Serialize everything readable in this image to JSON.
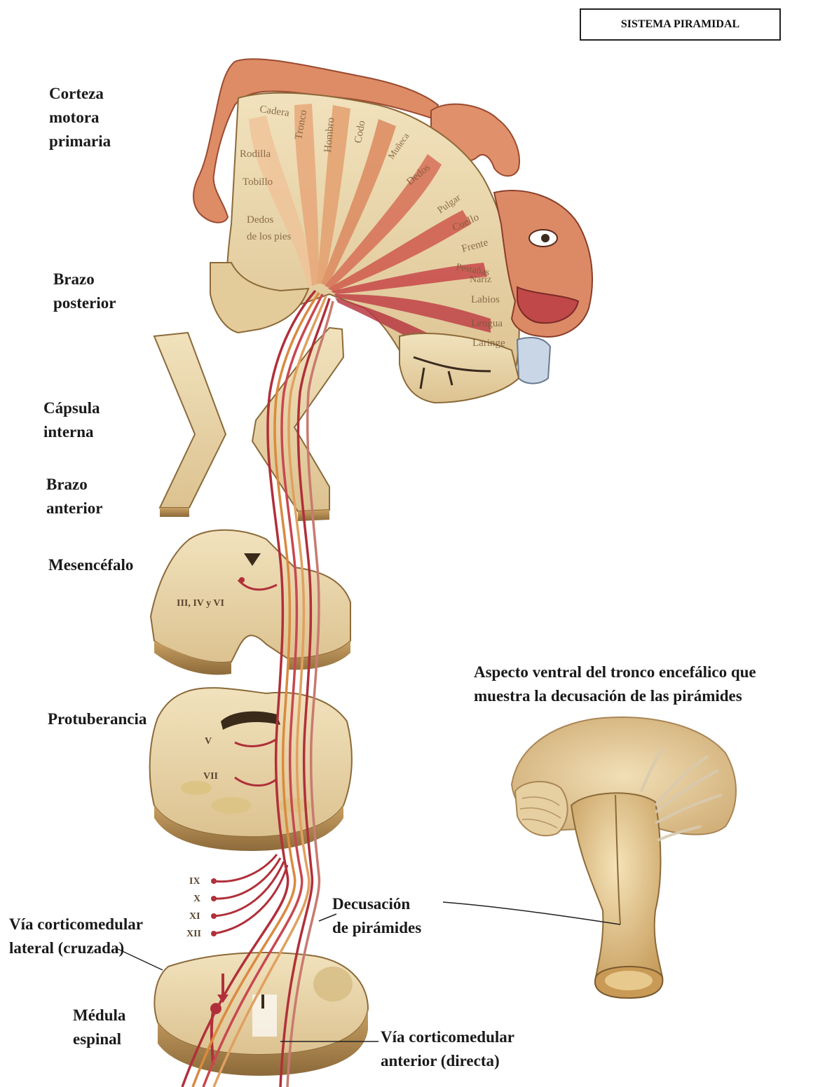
{
  "title": "SISTEMA PIRAMIDAL",
  "labels": {
    "corteza": "Corteza\nmotora\nprimaria",
    "brazo_posterior": "Brazo\nposterior",
    "capsula": "Cápsula\ninterna",
    "brazo_anterior": "Brazo\nanterior",
    "mesencefalo": "Mesencéfalo",
    "protuberancia": "Protuberancia",
    "via_lateral": "Vía corticomedular\nlateral (cruzada)",
    "medula": "Médula\nespinal",
    "decusacion": "Decusación\nde pirámides",
    "via_anterior": "Vía corticomedular\nanterior (directa)",
    "ventral_caption": "Aspecto ventral del tronco encefálico que\nmuestra la decusación de las pirámides"
  },
  "homunculus_regions": [
    "Cadera",
    "Tronco",
    "Hombro",
    "Codo",
    "Muñeca",
    "Dedos",
    "Pulgar",
    "Cuello",
    "Frente",
    "Pestañas",
    "Nariz",
    "Labios",
    "Lengua",
    "Laringe",
    "Rodilla",
    "Tobillo",
    "Dedos",
    "de los pies"
  ],
  "nuclei": {
    "mesencefalo": "III, IV y VI",
    "protuberancia_1": "V",
    "protuberancia_2": "VII",
    "bulbo": [
      "IX",
      "X",
      "XI",
      "XII"
    ]
  },
  "colors": {
    "tissue": "#e9d7ad",
    "tissue_dark": "#b8935a",
    "tract_red": "#b0303a",
    "tract_orange": "#d98a40",
    "muscle": "#d8765a"
  }
}
